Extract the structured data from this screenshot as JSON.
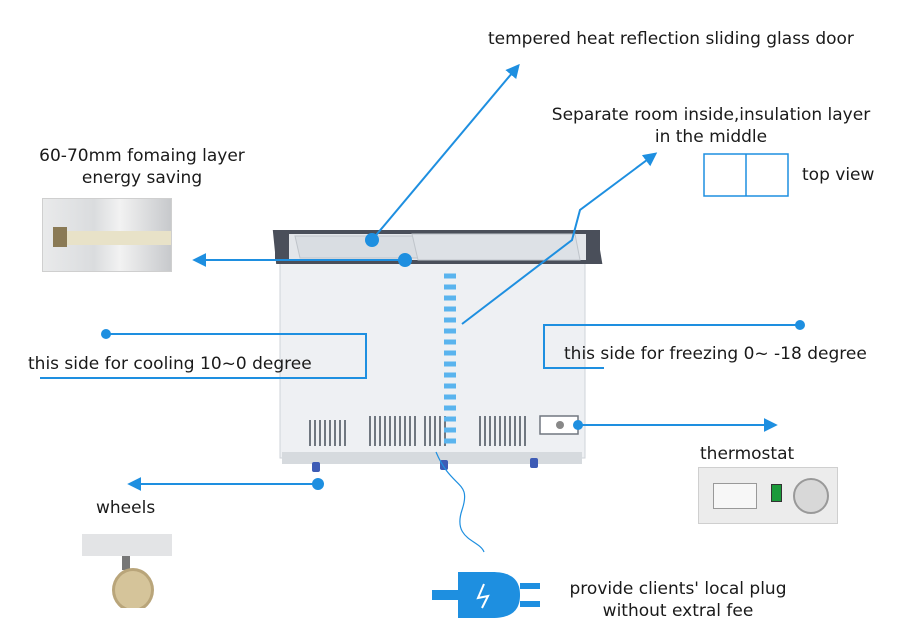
{
  "labels": {
    "glass_door": "tempered heat reflection sliding glass door",
    "separate_room_line1": "Separate room inside,insulation layer",
    "separate_room_line2": "in the middle",
    "top_view": "top view",
    "foaming_line1": "60-70mm fomaing layer",
    "foaming_line2": "energy saving",
    "cooling_side": "this side for cooling 10~0 degree",
    "freezing_side": "this side for freezing 0~ -18 degree",
    "thermostat": "thermostat",
    "wheels": "wheels",
    "plug_line1": "provide clients' local plug",
    "plug_line2": "without extral fee"
  },
  "colors": {
    "accent": "#1e8fe0",
    "freezer_body": "#eef0f3",
    "frame": "#4a4f5a"
  },
  "icons": {
    "plug": "plug-icon",
    "arrow": "arrow-icon"
  }
}
